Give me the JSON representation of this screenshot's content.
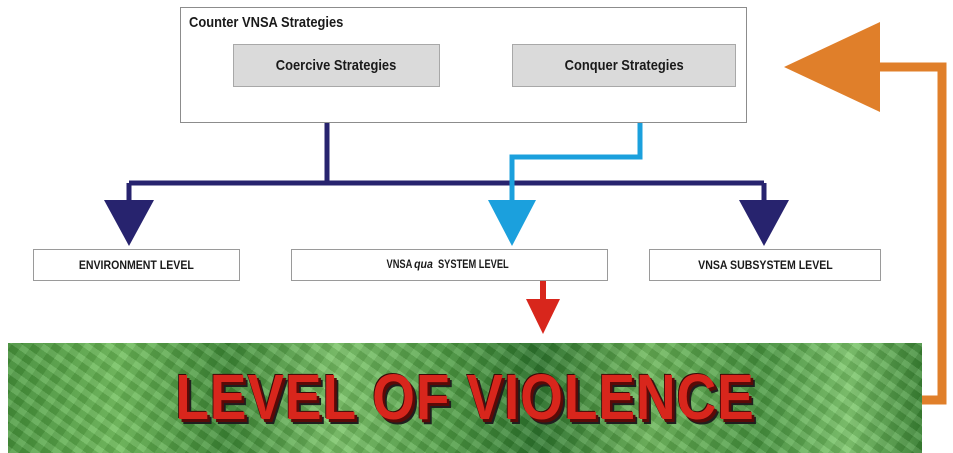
{
  "diagram": {
    "outer_title": "Counter VNSA Strategies",
    "strategies": {
      "coercive": "Coercive Strategies",
      "conquer": "Conquer Strategies"
    },
    "levels": {
      "environment": "ENVIRONMENT LEVEL",
      "system_prefix": "VNSA ",
      "system_italic": "qua",
      "system_suffix": " SYSTEM LEVEL",
      "subsystem": "VNSA SUBSYSTEM LEVEL"
    },
    "banner_text": "LEVEL OF VIOLENCE"
  },
  "colors": {
    "coercive_arrow": "#27236e",
    "conquer_arrow": "#1ba0dd",
    "violence_arrow": "#d8261c",
    "feedback_arrow": "#e07f2a",
    "banner_green": "#4a9a3e"
  }
}
